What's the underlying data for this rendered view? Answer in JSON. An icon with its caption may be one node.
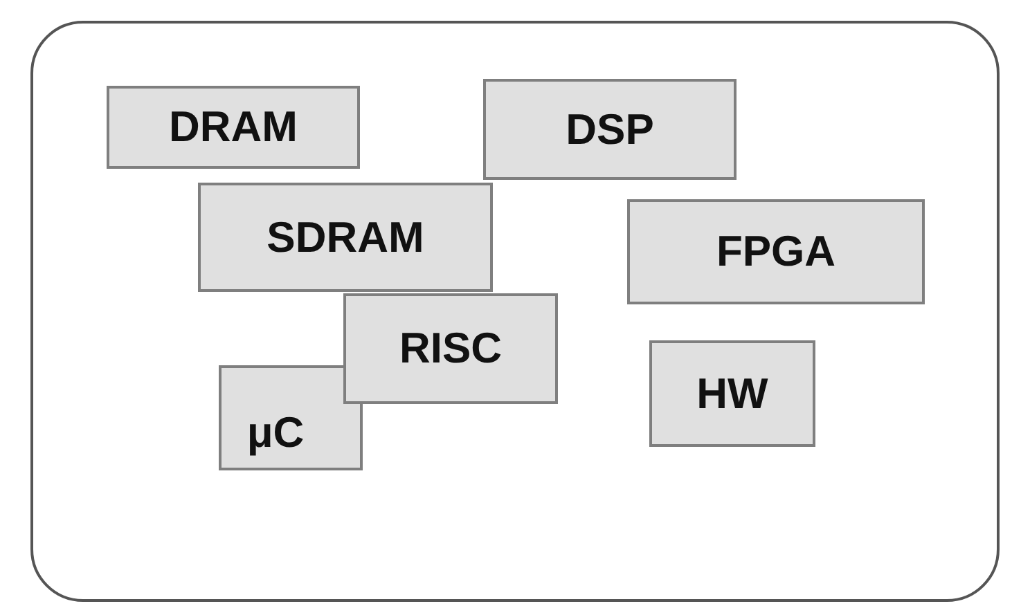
{
  "diagram": {
    "nodes": [
      {
        "text": [],
        "shape": "box"
      },
      {
        "text": [
          "DRAM"
        ],
        "in": 0
      },
      {
        "text": [
          "DSP"
        ],
        "in": 0
      },
      {
        "text": [
          "SDRAM"
        ],
        "in": 0
      },
      {
        "text": [
          "FPGA"
        ],
        "in": 0
      },
      {
        "text": [
          "RISC"
        ],
        "in": 0
      },
      {
        "text": [
          "μC"
        ],
        "in": 0
      },
      {
        "text": [
          "HW"
        ],
        "in": 0
      }
    ]
  }
}
